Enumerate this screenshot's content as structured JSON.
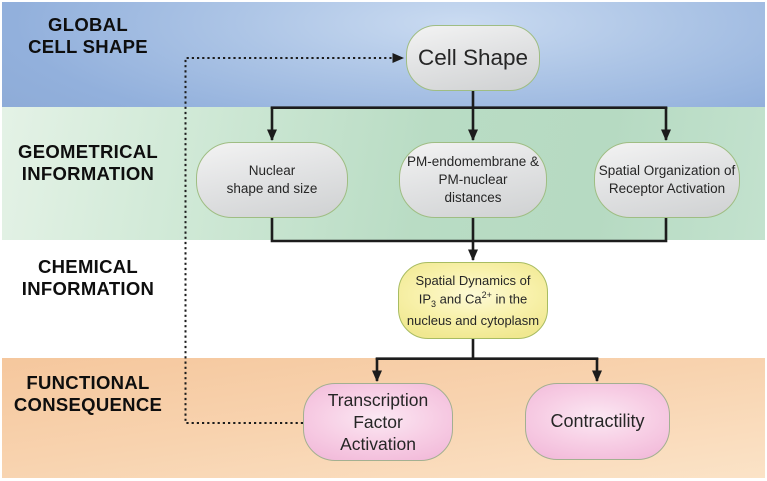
{
  "bands": [
    {
      "id": "global-cell-shape",
      "lines": [
        "GLOBAL",
        "CELL SHAPE"
      ]
    },
    {
      "id": "geometrical-information",
      "lines": [
        "GEOMETRICAL",
        "INFORMATION"
      ]
    },
    {
      "id": "chemical-information",
      "lines": [
        "CHEMICAL",
        "INFORMATION"
      ]
    },
    {
      "id": "functional-consequence",
      "lines": [
        "FUNCTIONAL",
        "CONSEQUENCE"
      ]
    }
  ],
  "nodes": {
    "cell_shape": {
      "label": "Cell Shape"
    },
    "nuclear_shape": {
      "lines": [
        "Nuclear",
        "shape and size"
      ]
    },
    "pm_distances": {
      "lines": [
        "PM-endomembrane &",
        "PM-nuclear",
        "distances"
      ]
    },
    "receptor_activation": {
      "lines": [
        "Spatial Organization of",
        "Receptor Activation"
      ]
    },
    "spatial_dynamics": {
      "line1": "Spatial Dynamics of",
      "line2": {
        "pre": "IP",
        "sub": "3",
        "mid": " and Ca",
        "sup": "2+",
        "post": " in the"
      },
      "line3": "nucleus and cytoplasm"
    },
    "transcription_factor": {
      "lines": [
        "Transcription",
        "Factor",
        "Activation"
      ]
    },
    "contractility": {
      "label": "Contractility"
    }
  },
  "colors": {
    "band_global_blue": "#8FAFDB",
    "band_geometrical_green": "#B9DCC4",
    "band_chemical_white": "#FFFFFF",
    "band_functional_orange": "#F7CFA9",
    "grey_node_fill": "#DEDFE0",
    "grey_node_border": "#9FBD83",
    "yellow_node_fill": "#F5EE9F",
    "yellow_node_border": "#A8BC62",
    "pink_node_fill": "#F5C8E1",
    "pink_node_border": "#A3B091",
    "arrow_black": "#1C1C1C"
  }
}
